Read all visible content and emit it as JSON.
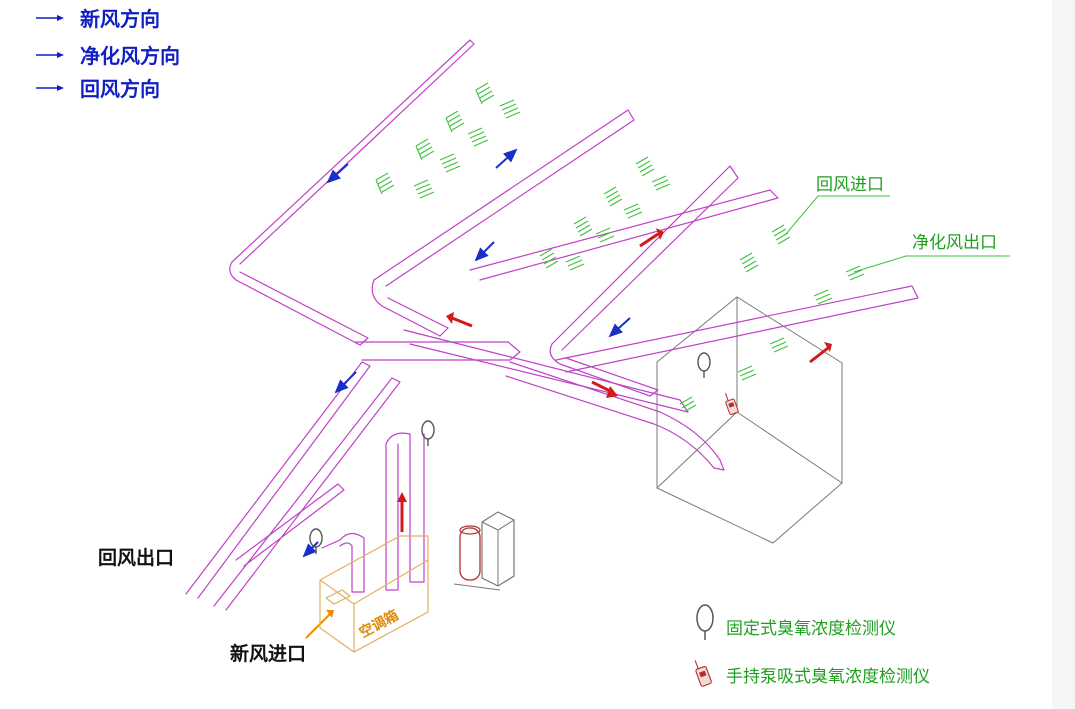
{
  "legend": {
    "items": [
      {
        "label": "新风方向",
        "color": "#0f1fc0"
      },
      {
        "label": "净化风方向",
        "color": "#0f1fc0"
      },
      {
        "label": "回风方向",
        "color": "#0f1fc0"
      }
    ]
  },
  "labels": {
    "return_air_inlet": "回风进口",
    "purified_air_outlet": "净化风出口",
    "return_air_outlet": "回风出口",
    "fresh_air_inlet": "新风进口",
    "air_handler": "空调箱"
  },
  "key": {
    "fixed_detector": {
      "label": "固定式臭氧浓度检测仪",
      "icon": "ring-detector-icon"
    },
    "handheld_detector": {
      "label": "手持泵吸式臭氧浓度检测仪",
      "icon": "handheld-detector-icon"
    }
  },
  "colors": {
    "duct": "#c040c8",
    "vent": "#3cc23c",
    "flow_purified": "#d21a1a",
    "flow_return": "#1a2ec8",
    "fresh_air": "#f08a00",
    "label_green": "#1f9f1f",
    "legend_blue": "#0f1fc0"
  }
}
